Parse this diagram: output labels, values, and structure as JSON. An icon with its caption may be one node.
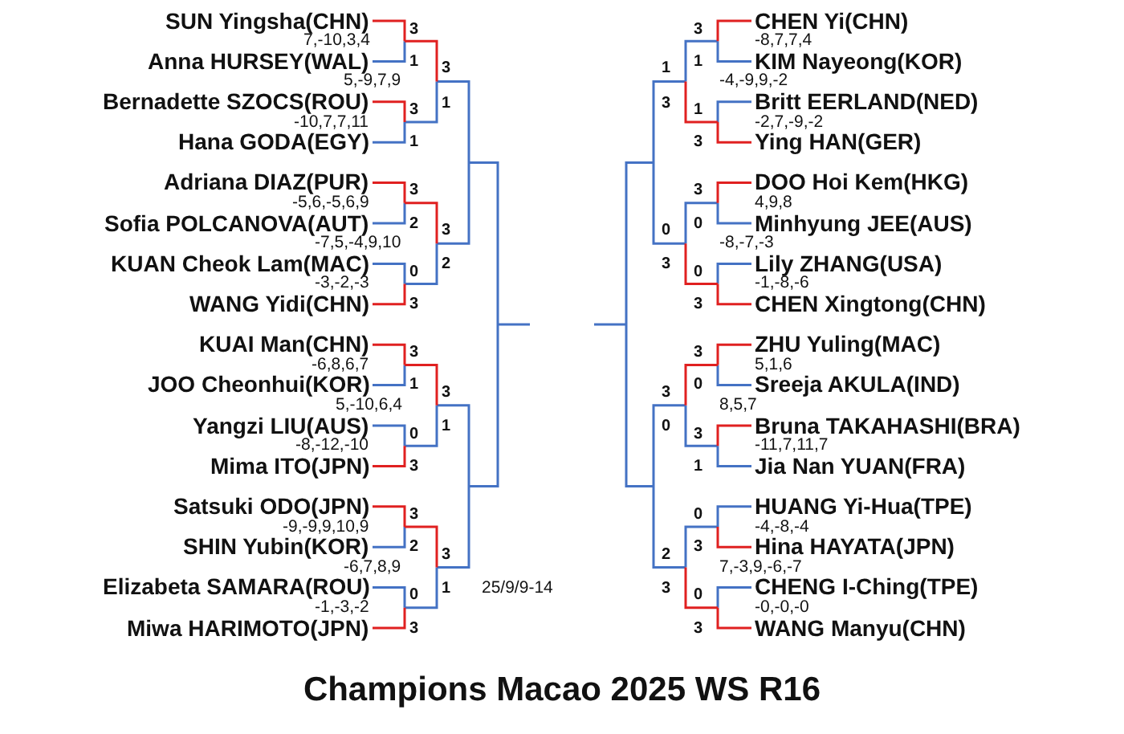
{
  "diagram": {
    "title": "Champions Macao 2025 WS R16",
    "labels": [
      "SUN Yingsha(CHN)",
      "7,-10,3,4",
      "Anna HURSEY(WAL)",
      "5,-9,7,9",
      "Bernadette SZOCS(ROU)",
      "-10,7,7,11",
      "Hana GODA(EGY)",
      "Adriana DIAZ(PUR)",
      "-5,6,-5,6,9",
      "Sofia POLCANOVA(AUT)",
      "-7,5,-4,9,10",
      "KUAN Cheok Lam(MAC)",
      "-3,-2,-3",
      "WANG Yidi(CHN)",
      "KUAI Man(CHN)",
      "-6,8,6,7",
      "JOO Cheonhui(KOR)",
      "5,-10,6,4",
      "Yangzi LIU(AUS)",
      "-8,-12,-10",
      "Mima ITO(JPN)",
      "Satsuki ODO(JPN)",
      "-9,-9,9,10,9",
      "SHIN Yubin(KOR)",
      "-6,7,8,9",
      "Elizabeta SAMARA(ROU)",
      "-1,-3,-2",
      "Miwa HARIMOTO(JPN)",
      "3",
      "1",
      "3",
      "1",
      "3",
      "2",
      "0",
      "3",
      "3",
      "1",
      "0",
      "3",
      "3",
      "2",
      "0",
      "3",
      "3",
      "1",
      "3",
      "2",
      "3",
      "1",
      "3",
      "1",
      "CHEN Yi(CHN)",
      "-8,7,7,4",
      "KIM Nayeong(KOR)",
      "-4,-9,9,-2",
      "Britt EERLAND(NED)",
      "-2,7,-9,-2",
      "Ying HAN(GER)",
      "DOO Hoi Kem(HKG)",
      "4,9,8",
      "Minhyung JEE(AUS)",
      "-8,-7,-3",
      "Lily ZHANG(USA)",
      "-1,-8,-6",
      "CHEN Xingtong(CHN)",
      "ZHU Yuling(MAC)",
      "5,1,6",
      "Sreeja AKULA(IND)",
      "8,5,7",
      "Bruna TAKAHASHI(BRA)",
      "-11,7,11,7",
      "Jia Nan YUAN(FRA)",
      "HUANG Yi-Hua(TPE)",
      "-4,-8,-4",
      "Hina HAYATA(JPN)",
      "7,-3,9,-6,-7",
      "CHENG I-Ching(TPE)",
      "-0,-0,-0",
      "WANG Manyu(CHN)",
      "3",
      "1",
      "1",
      "3",
      "3",
      "0",
      "0",
      "3",
      "3",
      "0",
      "3",
      "1",
      "0",
      "3",
      "0",
      "3",
      "1",
      "3",
      "0",
      "3",
      "3",
      "0",
      "2",
      "3",
      "25/9/9-14"
    ]
  }
}
